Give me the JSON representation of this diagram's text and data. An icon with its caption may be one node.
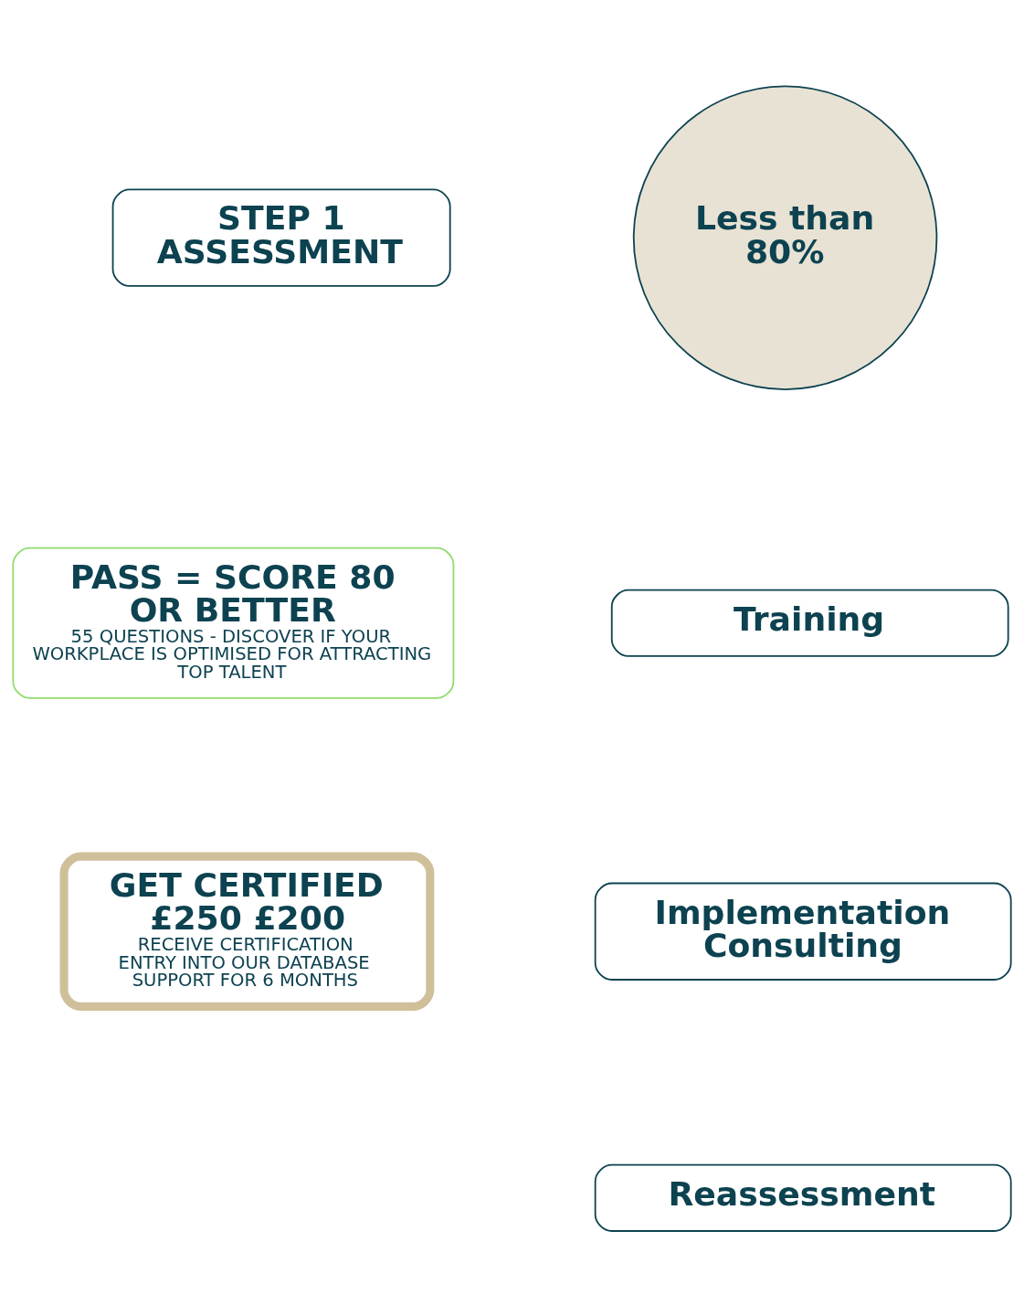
{
  "diagram": {
    "nodes": [
      {
        "text": [
          "STEP 1 ASSESSMENT"
        ]
      },
      {
        "text": [
          "Less than 80%"
        ]
      },
      {
        "text": [
          "PASS = SCORE 80 OR BETTER",
          "55 QUESTIONS - DISCOVER IF YOUR WORKPLACE IS OPTIMISED FOR ATTRACTING TOP TALENT"
        ]
      },
      {
        "text": [
          "Training"
        ]
      },
      {
        "text": [
          "GET CERTIFIED",
          "£250 £200",
          "RECEIVE CERTIFICATION",
          "ENTRY INTO OUR DATABASE",
          "SUPPORT FOR 6 MONTHS"
        ]
      },
      {
        "text": [
          "Implementation Consulting"
        ]
      },
      {
        "text": [
          "Reassessment"
        ]
      }
    ],
    "edges": []
  }
}
